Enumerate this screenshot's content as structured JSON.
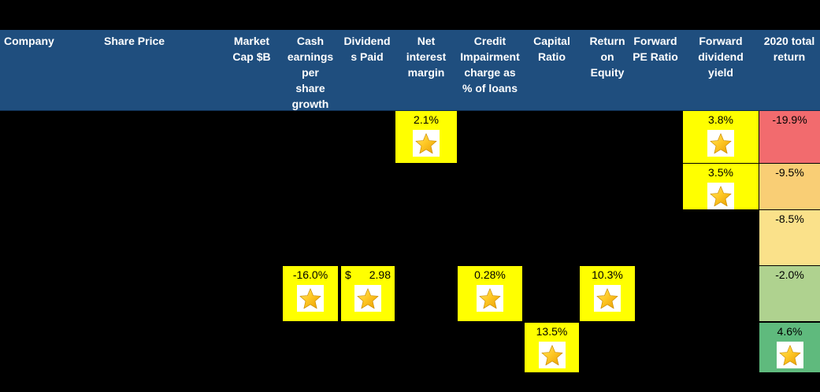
{
  "window": {
    "background": "#000000",
    "description": "Bank comparison spreadsheet table with highlighted best-in-class cells and 2020 total return color scale"
  },
  "colors": {
    "header_bg": "#1F4E7E",
    "header_text": "#FFFFFF",
    "highlight_yellow": "#FFFF00",
    "return_scale_red": "#F26B6E",
    "return_scale_orange": "#F9CE75",
    "return_scale_pale_yellow": "#FAE18A",
    "return_scale_light_green": "#AFD28F",
    "return_scale_green": "#5FBA7D"
  },
  "icons": {
    "star": "gold-star-icon"
  },
  "table": {
    "columns": [
      {
        "id": "company",
        "label": "Company"
      },
      {
        "id": "share_price",
        "label": "Share Price"
      },
      {
        "id": "market_cap",
        "label": "Market\nCap $B"
      },
      {
        "id": "cash_earnings_per_share_growth",
        "label": "Cash\nearnings\nper\nshare\ngrowth"
      },
      {
        "id": "dividends_paid",
        "label": "Dividend\ns Paid"
      },
      {
        "id": "net_interest_margin",
        "label": "Net\ninterest\nmargin"
      },
      {
        "id": "credit_impairment_charge",
        "label": "Credit\nImpairment\ncharge as\n% of loans"
      },
      {
        "id": "capital_ratio",
        "label": "Capital\nRatio"
      },
      {
        "id": "return_on_equity",
        "label": "Return\non\nEquity"
      },
      {
        "id": "forward_pe_ratio",
        "label": "Forward\nPE Ratio"
      },
      {
        "id": "forward_dividend_yield",
        "label": "Forward\ndividend\nyield"
      },
      {
        "id": "total_return_2020",
        "label": "2020 total\nreturn"
      }
    ],
    "cells": {
      "row1_net_interest_margin": "2.1%",
      "row1_forward_dividend_yield": "3.8%",
      "row1_total_return": "-19.9%",
      "row2_forward_dividend_yield": "3.5%",
      "row2_total_return": "-9.5%",
      "row3_total_return": "-8.5%",
      "row4_cash_earnings_growth": "-16.0%",
      "row4_dividends_paid_currency": "$",
      "row4_dividends_paid_amount": "2.98",
      "row4_credit_impairment": "0.28%",
      "row4_return_on_equity": "10.3%",
      "row4_total_return": "-2.0%",
      "row5_capital_ratio": "13.5%",
      "row5_total_return": "4.6%"
    }
  }
}
